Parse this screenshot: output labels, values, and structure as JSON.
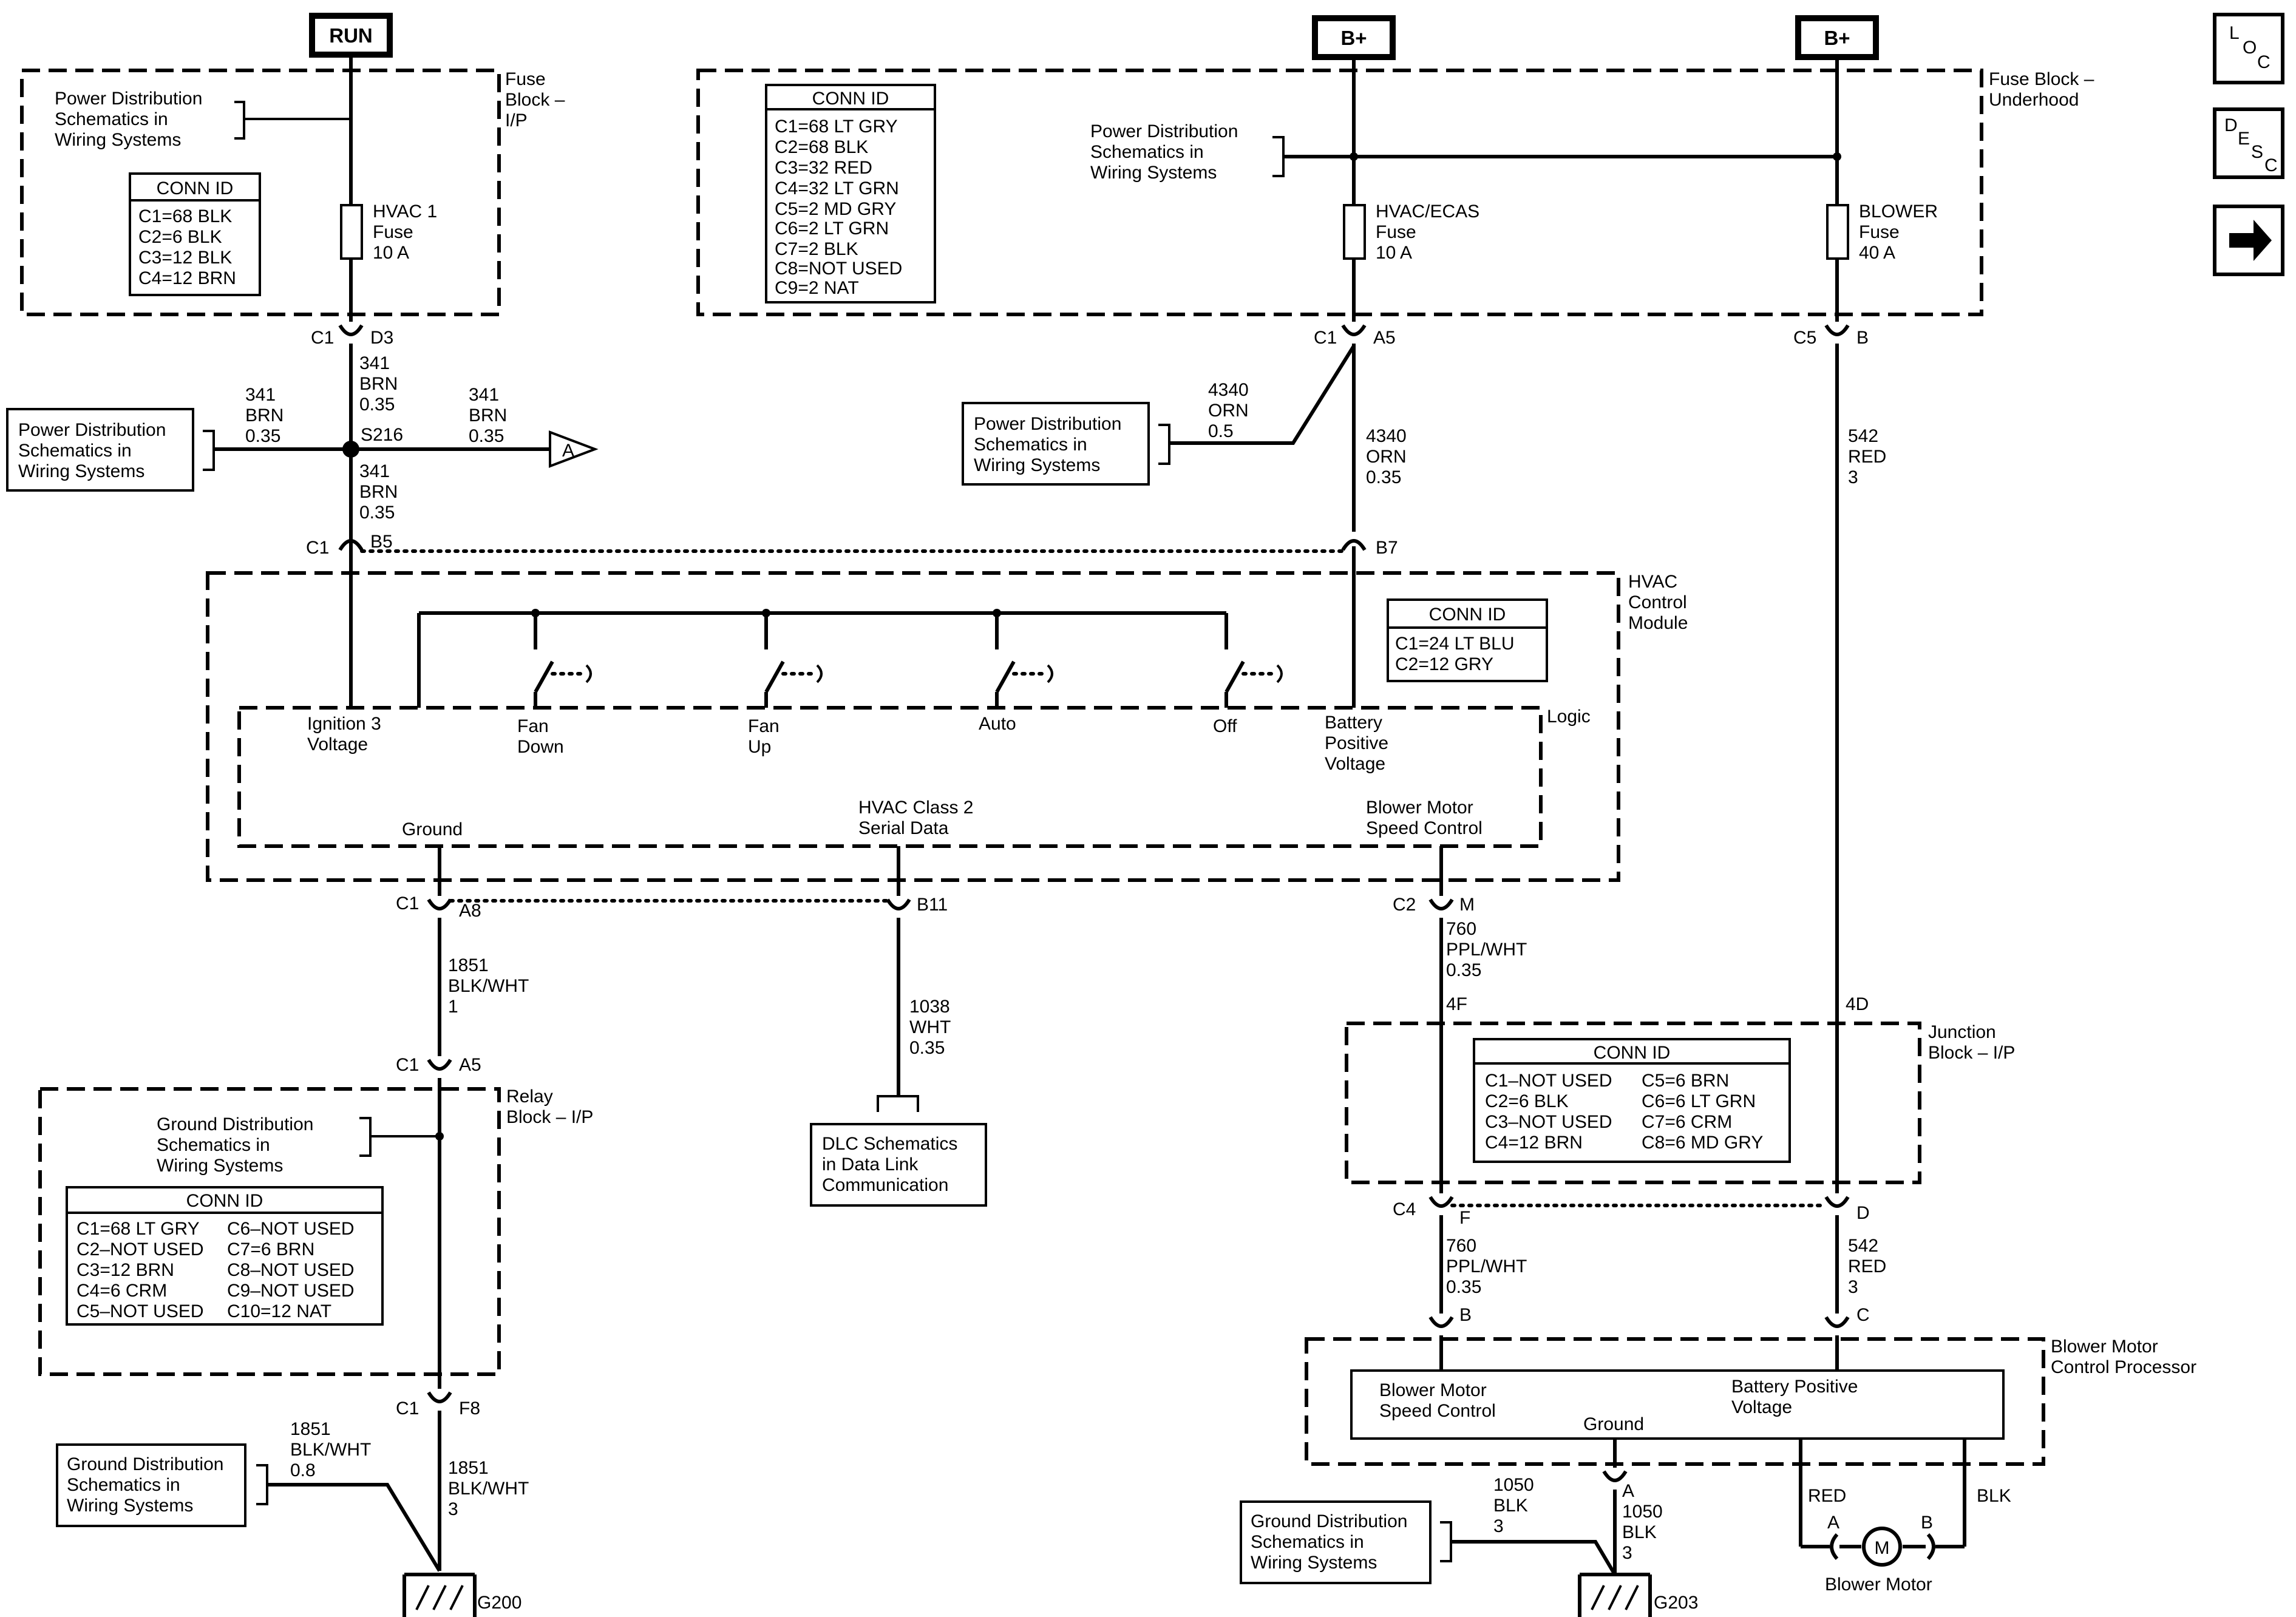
{
  "sources": {
    "run": "RUN",
    "bplus_1": "B+",
    "bplus_2": "B+"
  },
  "nav": {
    "loc": [
      "L",
      "O",
      "C"
    ],
    "desc": [
      "D",
      "E",
      "S",
      "C"
    ]
  },
  "fuse_block_ip": {
    "title": [
      "Fuse",
      "Block –",
      "I/P"
    ],
    "pd_ref": [
      "Power Distribution",
      "Schematics in",
      "Wiring Systems"
    ],
    "conn_title": "CONN ID",
    "conn": [
      "C1=68 BLK",
      "C2=6 BLK",
      "C3=12 BLK",
      "C4=12 BRN"
    ],
    "fuse": [
      "HVAC 1",
      "Fuse",
      "10 A"
    ],
    "pin": [
      "C1",
      "D3"
    ]
  },
  "fuse_block_uh": {
    "title": [
      "Fuse Block –",
      "Underhood"
    ],
    "conn_title": "CONN ID",
    "conn": [
      "C1=68 LT GRY",
      "C2=68 BLK",
      "C3=32 RED",
      "C4=32 LT GRN",
      "C5=2 MD GRY",
      "C6=2 LT GRN",
      "C7=2 BLK",
      "C8=NOT USED",
      "C9=2 NAT"
    ],
    "pd_ref": [
      "Power Distribution",
      "Schematics in",
      "Wiring Systems"
    ],
    "fuse_hvac": [
      "HVAC/ECAS",
      "Fuse",
      "10 A"
    ],
    "fuse_blower": [
      "BLOWER",
      "Fuse",
      "40 A"
    ],
    "pin_hvac": [
      "C1",
      "A5"
    ],
    "pin_blower": [
      "C5",
      "B"
    ]
  },
  "wires": {
    "w341_top": [
      "341",
      "BRN",
      "0.35"
    ],
    "w341_left": [
      "341",
      "BRN",
      "0.35"
    ],
    "w341_right": [
      "341",
      "BRN",
      "0.35"
    ],
    "w341_bottom": [
      "341",
      "BRN",
      "0.35"
    ],
    "splice": "S216",
    "off_page": "A",
    "w4340_side": [
      "4340",
      "ORN",
      "0.5"
    ],
    "w4340": [
      "4340",
      "ORN",
      "0.35"
    ],
    "w542_top": [
      "542",
      "RED",
      "3"
    ],
    "w1851_a": [
      "1851",
      "BLK/WHT",
      "1"
    ],
    "w1038": [
      "1038",
      "WHT",
      "0.35"
    ],
    "w760_a": [
      "760",
      "PPL/WHT",
      "0.35"
    ],
    "w760_b": [
      "760",
      "PPL/WHT",
      "0.35"
    ],
    "w542_b": [
      "542",
      "RED",
      "3"
    ],
    "w1851_left": [
      "1851",
      "BLK/WHT",
      "0.8"
    ],
    "w1851_b": [
      "1851",
      "BLK/WHT",
      "3"
    ],
    "w1050_left": [
      "1050",
      "BLK",
      "3"
    ],
    "w1050": [
      "1050",
      "BLK",
      "3"
    ]
  },
  "pd_ref_left": [
    "Power Distribution",
    "Schematics in",
    "Wiring Systems"
  ],
  "pd_ref_mid": [
    "Power Distribution",
    "Schematics in",
    "Wiring Systems"
  ],
  "hvac_module": {
    "pin_b5": [
      "C1",
      "B5"
    ],
    "pin_b7": "B7",
    "title": [
      "HVAC",
      "Control",
      "Module"
    ],
    "conn_title": "CONN ID",
    "conn": [
      "C1=24 LT BLU",
      "C2=12 GRY"
    ],
    "logic": "Logic",
    "ign": [
      "Ignition 3",
      "Voltage"
    ],
    "fan_down": [
      "Fan",
      "Down"
    ],
    "fan_up": [
      "Fan",
      "Up"
    ],
    "auto": "Auto",
    "off": "Off",
    "batt": [
      "Battery",
      "Positive",
      "Voltage"
    ],
    "ground": "Ground",
    "serial": [
      "HVAC Class 2",
      "Serial Data"
    ],
    "blower_ctrl": [
      "Blower Motor",
      "Speed Control"
    ],
    "pin_a8": [
      "C1",
      "A8"
    ],
    "pin_b11": "B11",
    "pin_m": [
      "C2",
      "M"
    ]
  },
  "dlc": [
    "DLC Schematics",
    "in Data Link",
    "Communication"
  ],
  "relay_block": {
    "pin_a5": [
      "C1",
      "A5"
    ],
    "title": [
      "Relay",
      "Block – I/P"
    ],
    "gd_ref": [
      "Ground Distribution",
      "Schematics in",
      "Wiring Systems"
    ],
    "conn_title": "CONN ID",
    "conn": [
      [
        "C1=68 LT GRY",
        "C6–NOT USED"
      ],
      [
        "C2–NOT USED",
        "C7=6 BRN"
      ],
      [
        "C3=12 BRN",
        "C8–NOT USED"
      ],
      [
        "C4=6 CRM",
        "C9–NOT USED"
      ],
      [
        "C5–NOT USED",
        "C10=12 NAT"
      ]
    ],
    "pin_f8": [
      "C1",
      "F8"
    ]
  },
  "junction_block": {
    "pin_4f": "4F",
    "pin_4d": "4D",
    "title": [
      "Junction",
      "Block – I/P"
    ],
    "conn_title": "CONN ID",
    "conn": [
      [
        "C1–NOT USED",
        "C5=6 BRN"
      ],
      [
        "C2=6 BLK",
        "C6=6 LT GRN"
      ],
      [
        "C3–NOT USED",
        "C7=6 CRM"
      ],
      [
        "C4=12 BRN",
        "C8=6 MD GRY"
      ]
    ],
    "pin_c4f": [
      "C4",
      "F"
    ],
    "pin_d": "D"
  },
  "blower_processor": {
    "pin_b": "B",
    "pin_c": "C",
    "title": [
      "Blower Motor",
      "Control Processor"
    ],
    "speed": [
      "Blower Motor",
      "Speed Control"
    ],
    "batt": [
      "Battery Positive",
      "Voltage"
    ],
    "ground": "Ground",
    "pin_a": "A"
  },
  "motor": {
    "red": "RED",
    "blk": "BLK",
    "pin_a": "A",
    "pin_b": "B",
    "m": "M",
    "label": "Blower Motor"
  },
  "grounds": {
    "gd_left": [
      "Ground Distribution",
      "Schematics in",
      "Wiring Systems"
    ],
    "g200": "G200",
    "gd_right": [
      "Ground Distribution",
      "Schematics in",
      "Wiring Systems"
    ],
    "g203": "G203"
  }
}
